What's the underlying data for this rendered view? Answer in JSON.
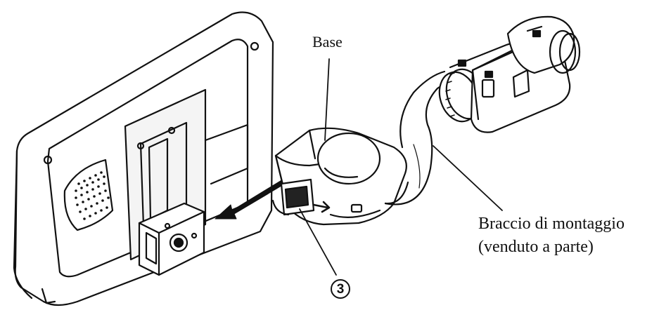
{
  "labels": {
    "base": "Base",
    "mounting_arm_line1": "Braccio di montaggio",
    "mounting_arm_line2": "(venduto a parte)",
    "callout_number": "3"
  },
  "colors": {
    "line": "#111111",
    "background": "#ffffff",
    "shade": "#d8d8d8"
  }
}
